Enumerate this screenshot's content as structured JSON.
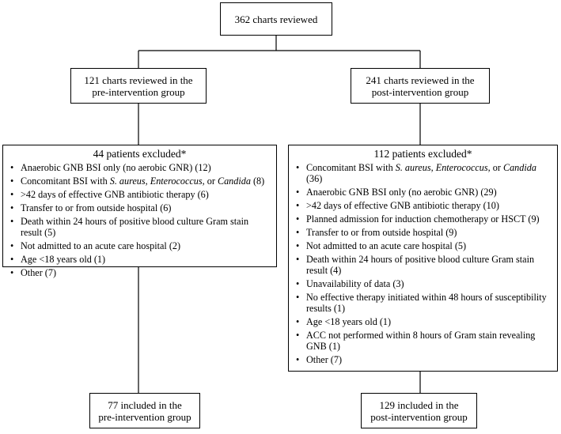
{
  "top": {
    "text": "362 charts reviewed"
  },
  "pre_reviewed": {
    "line1": "121 charts reviewed in the",
    "line2": "pre-intervention group"
  },
  "post_reviewed": {
    "line1": "241 charts reviewed in the",
    "line2": "post-intervention group"
  },
  "pre_excluded": {
    "title": "44 patients excluded*",
    "items": [
      "Anaerobic GNB BSI only (no aerobic GNR) (12)",
      [
        "Concomitant BSI with ",
        "S. aureus",
        ", ",
        "Enterococcus",
        ", or ",
        "Candida",
        " (8)"
      ],
      ">42 days of effective GNB antibiotic therapy (6)",
      "Transfer to or from outside hospital (6)",
      "Death within 24 hours of positive blood culture Gram stain result (5)",
      "Not admitted to an acute care hospital (2)",
      "Age <18 years old (1)",
      "Other (7)"
    ]
  },
  "post_excluded": {
    "title": "112 patients excluded*",
    "items": [
      [
        "Concomitant BSI with ",
        "S. aureus",
        ", ",
        "Enterococcus",
        ", or ",
        "Candida",
        " (36)"
      ],
      "Anaerobic GNB BSI only (no aerobic GNR) (29)",
      ">42 days of effective GNB antibiotic therapy (10)",
      "Planned admission for induction chemotherapy or HSCT (9)",
      "Transfer to or from outside hospital (9)",
      "Not admitted to an acute care hospital (5)",
      "Death within 24 hours of positive blood culture Gram stain result (4)",
      "Unavailability of data (3)",
      "No effective therapy initiated within 48 hours of susceptibility results (1)",
      "Age <18 years old (1)",
      "ACC not performed within 8 hours of Gram stain revealing GNB (1)",
      "Other (7)"
    ]
  },
  "pre_included": {
    "line1": "77 included in the",
    "line2": "pre-intervention group"
  },
  "post_included": {
    "line1": "129 included in the",
    "line2": "post-intervention group"
  }
}
